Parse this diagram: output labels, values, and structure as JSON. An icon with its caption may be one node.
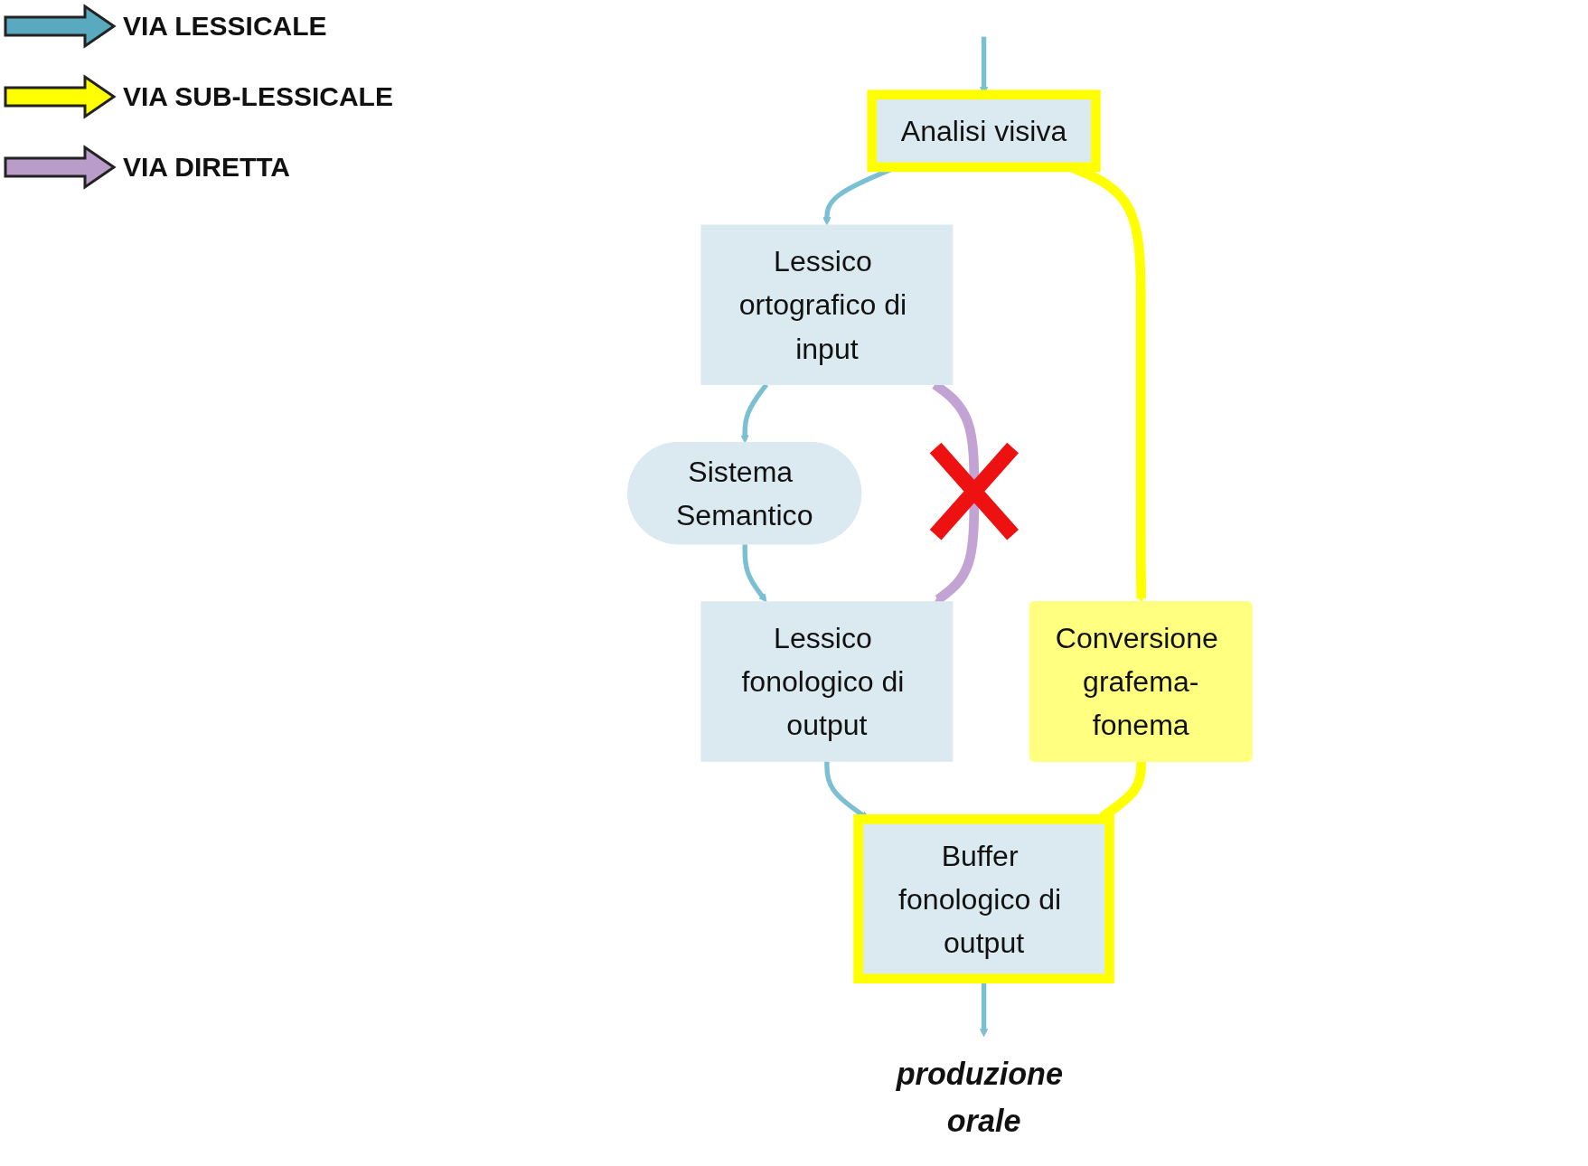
{
  "diagram": {
    "nodes": [
      {
        "text": [
          "Analisi visiva"
        ]
      },
      {
        "text": [
          "Lessico ortografico di input"
        ]
      },
      {
        "text": [
          "Sistema Semantico"
        ]
      },
      {
        "text": [
          "Lessico fonologico di output"
        ]
      },
      {
        "text": [
          "Buffer fonologico di output"
        ]
      },
      {
        "text": [
          "Conversione grafema-fonema"
        ]
      },
      {
        "text": [
          "produzione orale"
        ]
      }
    ],
    "edges": [
      {
        "from": null,
        "to": 0,
        "arrow": "to"
      },
      {
        "from": 0,
        "to": 1,
        "arrow": "to"
      },
      {
        "from": 1,
        "to": 2,
        "arrow": "to"
      },
      {
        "from": 2,
        "to": 3,
        "arrow": "to"
      },
      {
        "from": 3,
        "to": 4,
        "arrow": "to"
      },
      {
        "from": 4,
        "to": 6,
        "arrow": "to"
      },
      {
        "from": 0,
        "to": 5,
        "arrow": "to",
        "style": "thick",
        "color": "#ffff00"
      },
      {
        "from": 5,
        "to": 4,
        "arrow": "to",
        "style": "thick",
        "color": "#ffff00"
      },
      {
        "from": 1,
        "to": 3,
        "arrow": "to",
        "style": "thick",
        "color": "#c3a3d3"
      }
    ],
    "legend": [
      {
        "text": "VIA LESSICALE"
      },
      {
        "text": "VIA SUB-LESSICALE"
      },
      {
        "text": "VIA DIRETTA"
      }
    ]
  }
}
